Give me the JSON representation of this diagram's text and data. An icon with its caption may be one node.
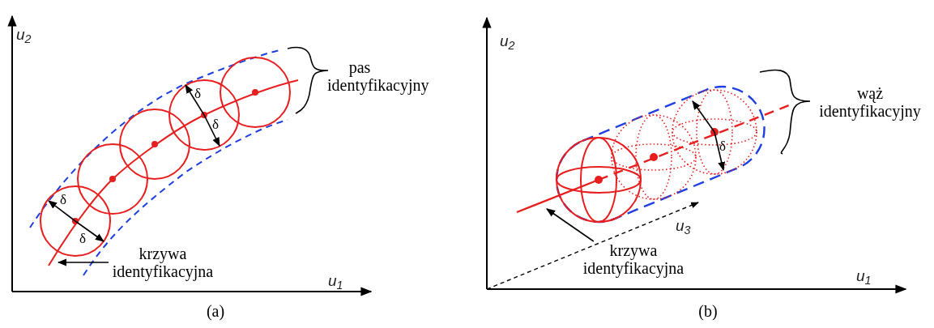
{
  "diagram": {
    "nodes": [
      {
        "text": [
          "krzywa identyfikacyjna"
        ]
      },
      {
        "text": [
          "krzywa identyfikacyjna"
        ]
      }
    ],
    "edges": [
      {
        "from": 0,
        "to": null,
        "arrow": "to"
      },
      {
        "from": 1,
        "to": null,
        "arrow": "to"
      }
    ],
    "labels": [
      "u$_{2}$",
      "u$_{1}$",
      "δ",
      "δ",
      "δ",
      "δ",
      "pas identyfikacyjny",
      "(a)",
      "u$_{2}$",
      "u$_{3}$",
      "u$_{1}$",
      "δ",
      "wąż identyfikacyjny",
      "(b)"
    ]
  }
}
